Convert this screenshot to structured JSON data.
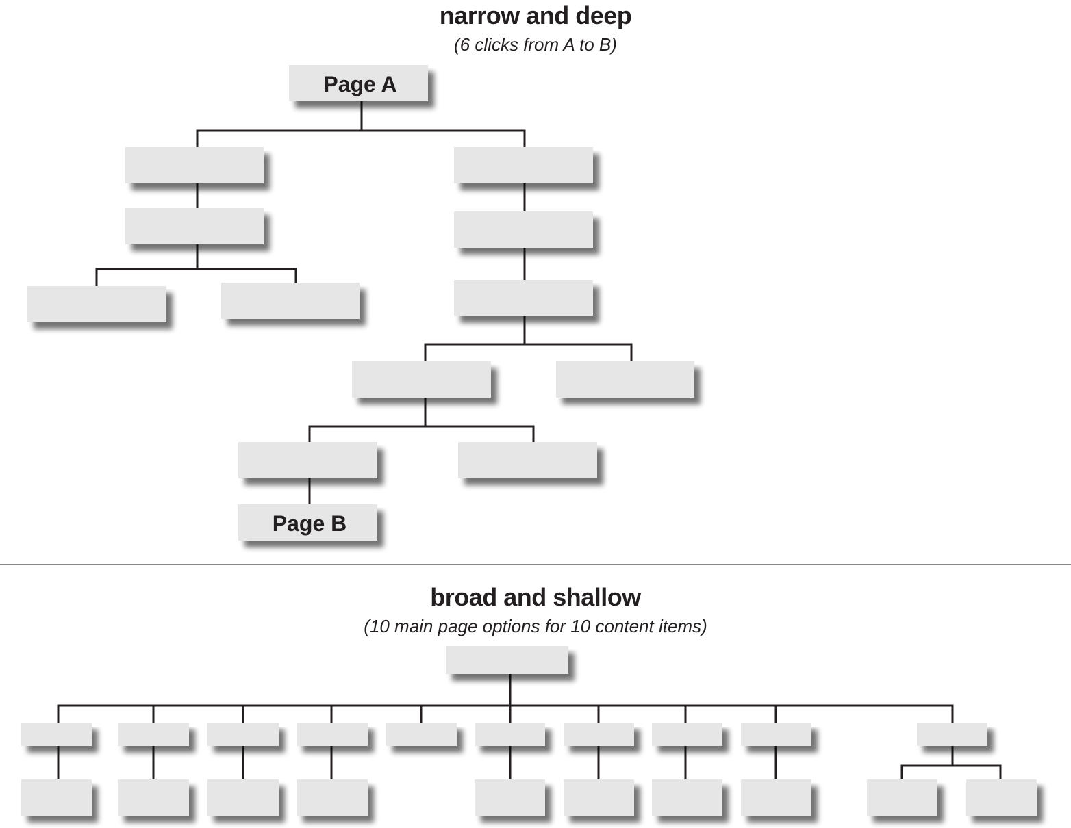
{
  "sections": {
    "deep": {
      "title": "narrow and deep",
      "subtitle": "(6 clicks from A to B)",
      "page_a_label": "Page A",
      "page_b_label": "Page B"
    },
    "broad": {
      "title": "broad and shallow",
      "subtitle": "(10 main page options for 10 content items)"
    }
  },
  "colors": {
    "box_fill": "#e6e6e6",
    "box_shadow": "#8f8f8f",
    "connector": "#231f20",
    "divider": "#8a8a8a"
  }
}
